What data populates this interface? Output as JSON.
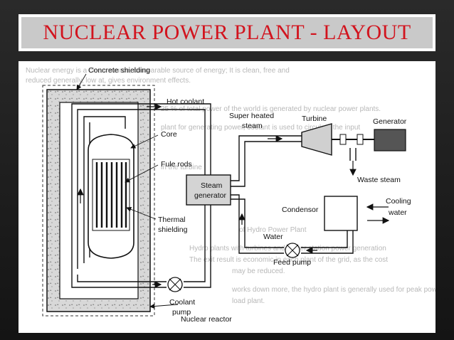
{
  "slide": {
    "title": "NUCLEAR POWER PLANT - LAYOUT"
  },
  "diagram": {
    "labels": {
      "concrete_shielding": "Concrete shielding",
      "hot_coolant": "Hot coolant",
      "core": "Core",
      "fuel_rods": "Fule rods",
      "thermal": "Thermal",
      "shielding": "shielding",
      "steam_line1": "Steam",
      "steam_line2": "generator",
      "super_heated": "Super heated",
      "steam": "steam",
      "turbine": "Turbine",
      "generator": "Generator",
      "waste_steam": "Waste steam",
      "condensor": "Condensor",
      "cooling": "Cooling",
      "water": "water",
      "water_line": "Water",
      "feed_pump": "Feed pump",
      "coolant": "Coolant",
      "pump": "pump",
      "nuclear_reactor": "Nuclear reactor"
    },
    "background_text": [
      "Nuclear energy is a clean source, comparable source of energy; It is clean, free and",
      "reduced generally, low at, gives environment effects.",
      "25 % of total power of the world is generated by nuclear power plants.",
      "plant for generating power, coolant is used to circulate the input",
      "in the turbine",
      "of Hydro Power Plant",
      "Hydro plants with turbines and power station power generation",
      "The exit result is economic in each plant of the grid, as the cost",
      "may be reduced.",
      "works down more, the hydro plant is generally used for peak power",
      "load plant."
    ]
  }
}
